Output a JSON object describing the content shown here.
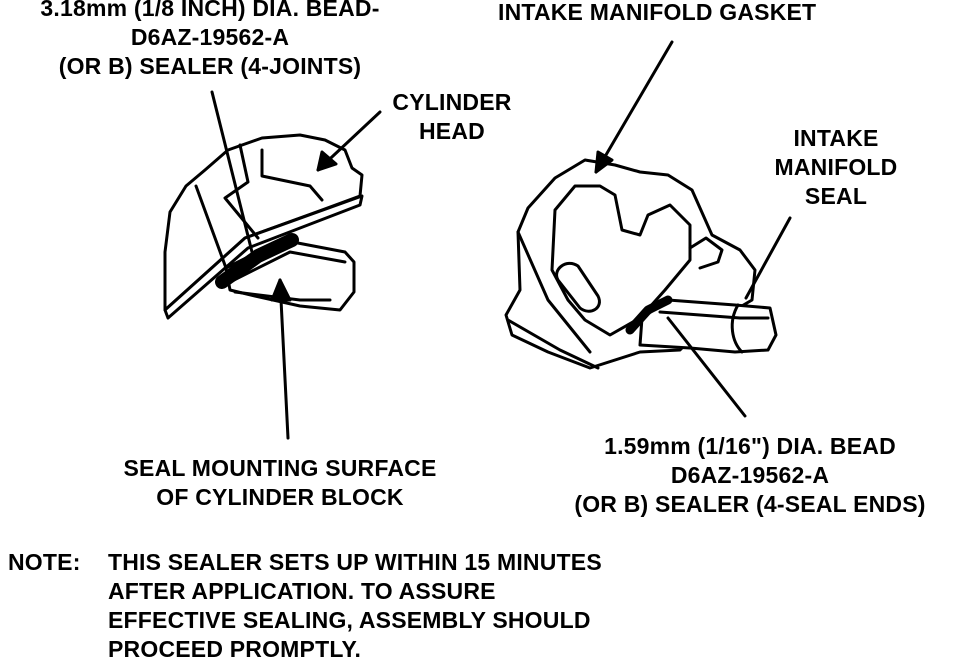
{
  "labels": {
    "bead_large": [
      "3.18mm (1/8 INCH) DIA. BEAD-",
      "D6AZ-19562-A",
      "(OR B) SEALER (4-JOINTS)"
    ],
    "cylinder_head": [
      "CYLINDER",
      "HEAD"
    ],
    "intake_gasket": "INTAKE MANIFOLD GASKET",
    "intake_seal": [
      "INTAKE",
      "MANIFOLD",
      "SEAL"
    ],
    "seal_surface": [
      "SEAL MOUNTING SURFACE",
      "OF CYLINDER BLOCK"
    ],
    "bead_small": [
      "1.59mm (1/16\") DIA. BEAD",
      "D6AZ-19562-A",
      "(OR B) SEALER (4-SEAL ENDS)"
    ]
  },
  "note": {
    "prefix": "NOTE:",
    "lines": [
      "THIS SEALER SETS UP WITHIN 15 MINUTES",
      "AFTER APPLICATION. TO ASSURE",
      "EFFECTIVE SEALING, ASSEMBLY SHOULD",
      "PROCEED PROMPTLY."
    ]
  }
}
